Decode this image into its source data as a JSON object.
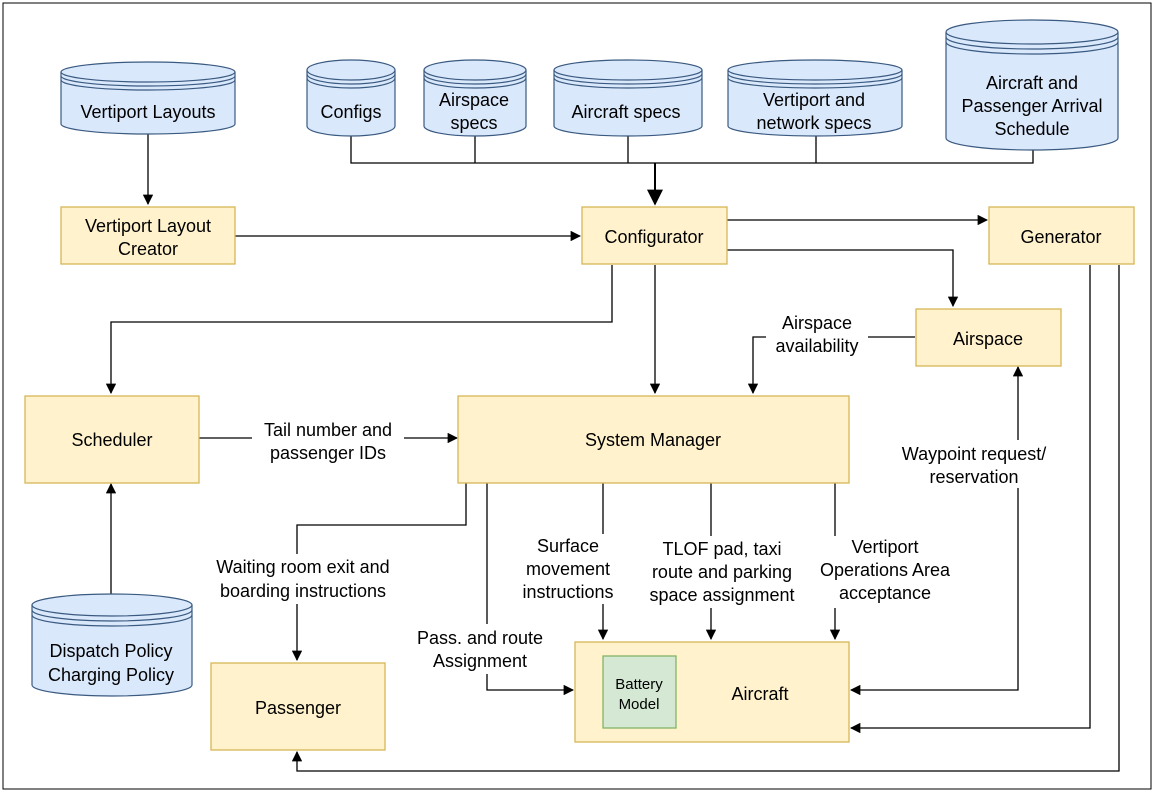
{
  "databases": {
    "vertiport_layouts": [
      "Vertiport Layouts"
    ],
    "configs": [
      "Configs"
    ],
    "airspace_specs": [
      "Airspace",
      "specs"
    ],
    "aircraft_specs": [
      "Aircraft specs"
    ],
    "vertiport_network_specs": [
      "Vertiport and",
      "network specs"
    ],
    "arrival_schedule": [
      "Aircraft and",
      "Passenger Arrival",
      "Schedule"
    ],
    "policies": [
      "Dispatch Policy",
      "Charging Policy"
    ]
  },
  "boxes": {
    "layout_creator": [
      "Vertiport Layout",
      "Creator"
    ],
    "configurator": [
      "Configurator"
    ],
    "generator": [
      "Generator"
    ],
    "airspace": [
      "Airspace"
    ],
    "scheduler": [
      "Scheduler"
    ],
    "system_manager": [
      "System Manager"
    ],
    "passenger": [
      "Passenger"
    ],
    "aircraft": [
      "Aircraft"
    ],
    "battery_model": [
      "Battery",
      "Model"
    ]
  },
  "edge_labels": {
    "airspace_availability": [
      "Airspace",
      "availability"
    ],
    "tail_number": [
      "Tail number and",
      "passenger IDs"
    ],
    "waypoint": [
      "Waypoint request/",
      "reservation"
    ],
    "waiting_room": [
      "Waiting room exit and",
      "boarding instructions"
    ],
    "surface_movement": [
      "Surface",
      "movement",
      "instructions"
    ],
    "tlof": [
      "TLOF pad, taxi",
      "route and parking",
      "space assignment"
    ],
    "vertiport_ops": [
      "Vertiport",
      "Operations Area",
      "acceptance"
    ],
    "pass_route": [
      "Pass. and route",
      "Assignment"
    ]
  },
  "colors": {
    "process_fill": "#fff2cc",
    "process_stroke": "#d6b656",
    "database_fill": "#dae8fc",
    "database_stroke": "#3a5a80",
    "battery_fill": "#d5e8d4",
    "battery_stroke": "#82b366"
  }
}
